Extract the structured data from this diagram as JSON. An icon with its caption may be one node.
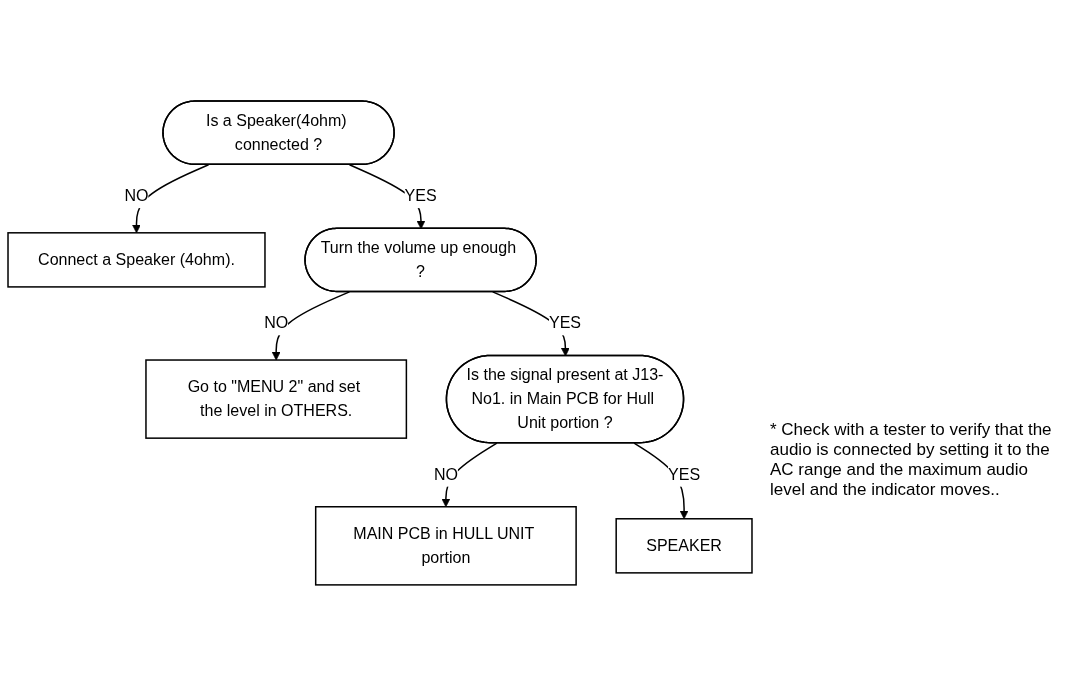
{
  "diagram": {
    "nodes": [
      {
        "text": [
          "Is a Speaker(4ohm) connected ?"
        ]
      },
      {
        "text": [
          "Connect a Speaker (4ohm)."
        ]
      },
      {
        "text": [
          "Turn the volume up enough ?"
        ]
      },
      {
        "text": [
          "Go to \"MENU 2\" and set the level in OTHERS."
        ]
      },
      {
        "text": [
          "Is the signal present at J13-No1. in Main PCB for Hull Unit portion ?"
        ]
      },
      {
        "text": [
          "MAIN PCB in HULL UNIT portion"
        ]
      },
      {
        "text": [
          "SPEAKER"
        ]
      }
    ],
    "edges": [
      {
        "from": 0,
        "to": 1,
        "arrow": "to",
        "label": "NO"
      },
      {
        "from": 0,
        "to": 2,
        "arrow": "to",
        "label": "YES"
      },
      {
        "from": 2,
        "to": 3,
        "arrow": "to",
        "label": "NO"
      },
      {
        "from": 2,
        "to": 4,
        "arrow": "to",
        "label": "YES"
      },
      {
        "from": 4,
        "to": 5,
        "arrow": "to",
        "label": "NO"
      },
      {
        "from": 4,
        "to": 6,
        "arrow": "to",
        "label": "YES"
      }
    ],
    "labels": [
      "* Check with a tester to verify that the audio is connected by setting it to the AC range and the maximum audio level and the indicator moves.."
    ]
  }
}
